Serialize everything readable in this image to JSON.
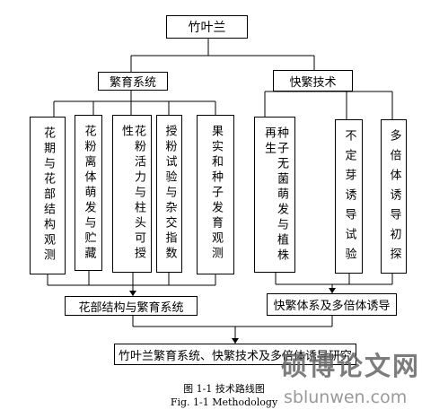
{
  "root": "竹叶兰",
  "branch_left": "繁育系统",
  "branch_right": "快繁技术",
  "left_items": [
    "花期与花部结构观测",
    "花粉离体萌发与贮藏",
    "花粉活力与柱头可授性",
    "授粉试验与杂交指数",
    "果实和种子发育观测"
  ],
  "right_items": [
    "种子无菌萌发与植株再生",
    "不定芽诱导试验",
    "多倍体诱导初探"
  ],
  "merge_left": "花部结构与繁育系统",
  "merge_right": "快繁体系及多倍体诱导",
  "final": "竹叶兰繁育系统、快繁技术及多倍体诱导研究",
  "caption_cn": "图 1-1  技术路线图",
  "caption_en": "Fig. 1-1 Methodology",
  "watermark": {
    "logo_text": "硕博论文网",
    "url": "sblunwen.com"
  }
}
